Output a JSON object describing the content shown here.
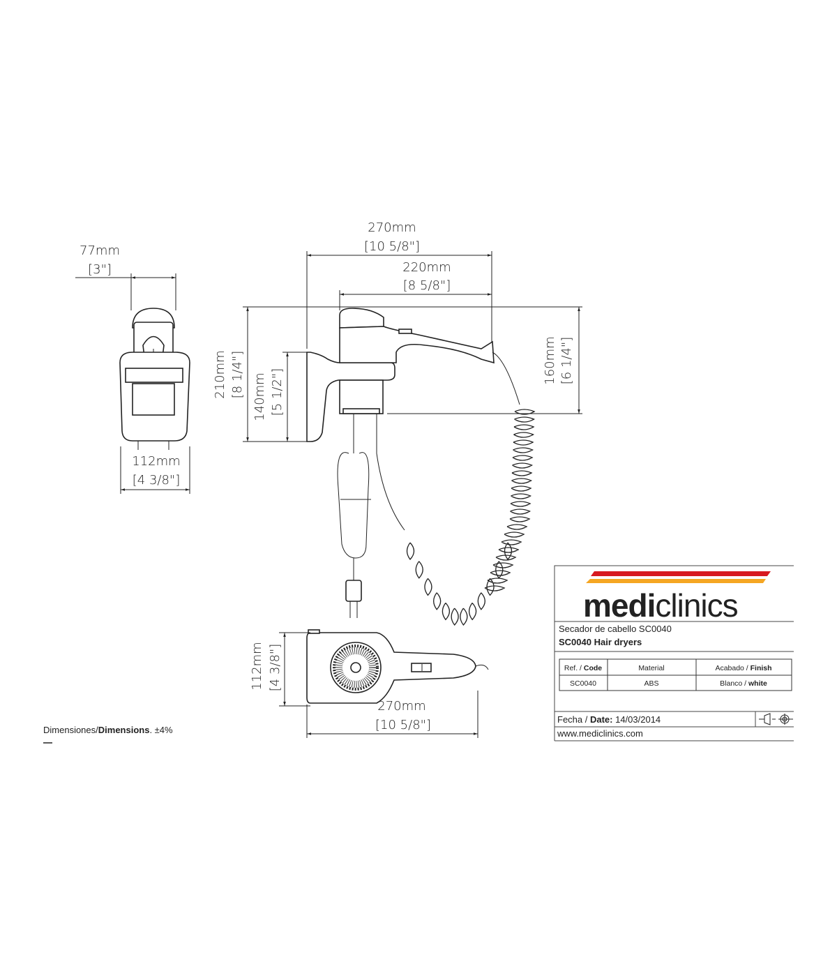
{
  "dimensions": {
    "side_width_mm": "77mm",
    "side_width_in": "[3\"]",
    "side_base_mm": "112mm",
    "side_base_in": "[4 3/8\"]",
    "total_length_mm": "270mm",
    "total_length_in": "[10 5/8\"]",
    "handle_length_mm": "220mm",
    "handle_length_in": "[8 5/8\"]",
    "total_height_mm": "210mm",
    "total_height_in": "[8 1/4\"]",
    "bracket_height_mm": "140mm",
    "bracket_height_in": "[5 1/2\"]",
    "dryer_height_mm": "160mm",
    "dryer_height_in": "[6 1/4\"]",
    "top_depth_mm": "112mm",
    "top_depth_in": "[4 3/8\"]",
    "top_length_mm": "270mm",
    "top_length_in": "[10 5/8\"]"
  },
  "footer": {
    "prefix": "Dimensiones/",
    "bold": "Dimensions",
    "suffix": ". ±4%"
  },
  "title_block": {
    "logo_light": "medi",
    "logo_rest": "clinics",
    "title_es": "Secador de cabello SC0040",
    "title_en": "SC0040 Hair dryers",
    "table": {
      "headers": [
        {
          "a": "Ref. / ",
          "b": "Code"
        },
        {
          "a": "Material",
          "b": ""
        },
        {
          "a": "Acabado / ",
          "b": "Finish"
        }
      ],
      "row": [
        {
          "a": "SC0040",
          "b": ""
        },
        {
          "a": "ABS",
          "b": ""
        },
        {
          "a": "Blanco / ",
          "b": "white"
        }
      ]
    },
    "date_label": "Fecha / ",
    "date_bold": "Date:",
    "date_value": " 14/03/2014",
    "website": "www.mediclinics.com",
    "colors": {
      "red": "#d71920",
      "yellow": "#f5a623"
    }
  }
}
